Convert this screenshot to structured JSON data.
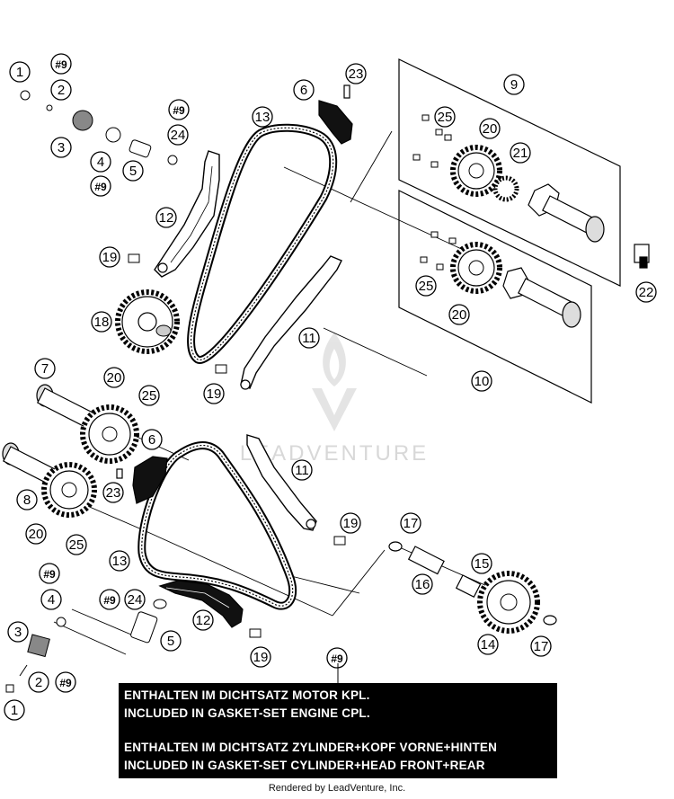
{
  "watermark": "LEADVENTURE",
  "note": {
    "ref": "#9",
    "line1": "ENTHALTEN IM DICHTSATZ MOTOR KPL.",
    "line2": "INCLUDED IN GASKET-SET ENGINE CPL.",
    "line3": "ENTHALTEN IM DICHTSATZ ZYLINDER+KOPF VORNE+HINTEN",
    "line4": "INCLUDED IN GASKET-SET CYLINDER+HEAD FRONT+REAR"
  },
  "footer": "Rendered by LeadVenture, Inc.",
  "callouts": [
    {
      "label": "1"
    },
    {
      "label": "2"
    },
    {
      "label": "3"
    },
    {
      "label": "4"
    },
    {
      "label": "5"
    },
    {
      "label": "6"
    },
    {
      "label": "9"
    },
    {
      "label": "12"
    },
    {
      "label": "13"
    },
    {
      "label": "18"
    },
    {
      "label": "19"
    },
    {
      "label": "20"
    },
    {
      "label": "21"
    },
    {
      "label": "22"
    },
    {
      "label": "23"
    },
    {
      "label": "24"
    },
    {
      "label": "25"
    },
    {
      "label": "11"
    },
    {
      "label": "19"
    },
    {
      "label": "20"
    },
    {
      "label": "25"
    },
    {
      "label": "10"
    },
    {
      "label": "7"
    },
    {
      "label": "20"
    },
    {
      "label": "25"
    },
    {
      "label": "6"
    },
    {
      "label": "11"
    },
    {
      "label": "8"
    },
    {
      "label": "23"
    },
    {
      "label": "20"
    },
    {
      "label": "25"
    },
    {
      "label": "13"
    },
    {
      "label": "19"
    },
    {
      "label": "17"
    },
    {
      "label": "15"
    },
    {
      "label": "16"
    },
    {
      "label": "24"
    },
    {
      "label": "12"
    },
    {
      "label": "5"
    },
    {
      "label": "4"
    },
    {
      "label": "3"
    },
    {
      "label": "2"
    },
    {
      "label": "1"
    },
    {
      "label": "19"
    },
    {
      "label": "14"
    },
    {
      "label": "17"
    }
  ],
  "refs": [
    {
      "label": "#9"
    },
    {
      "label": "#9"
    },
    {
      "label": "#9"
    },
    {
      "label": "#9"
    },
    {
      "label": "#9"
    },
    {
      "label": "#9"
    },
    {
      "label": "#9"
    }
  ]
}
